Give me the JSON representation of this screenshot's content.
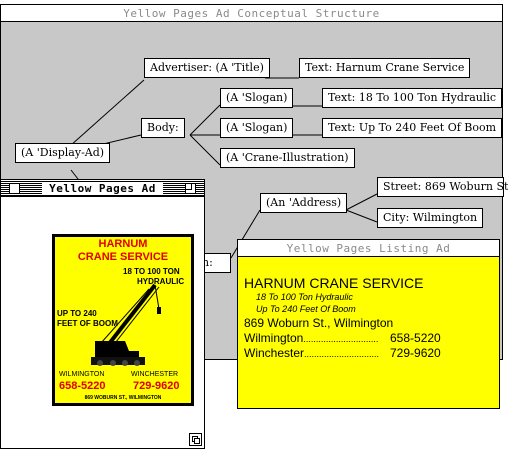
{
  "structure_window": {
    "title": "Yellow Pages Ad Conceptual Structure",
    "nodes": {
      "display_ad": "(A 'Display-Ad)",
      "advertiser": "Advertiser: (A 'Title)",
      "advertiser_text": "Text: Harnum Crane Service",
      "body": "Body:",
      "slogan_1": "(A 'Slogan)",
      "slogan_1_text": "Text: 18 To 100 Ton Hydraulic",
      "slogan_2": "(A 'Slogan)",
      "slogan_2_text": "Text: Up To 240 Feet Of Boom",
      "crane_illustration": "(A 'Crane-Illustration)",
      "address": "(An 'Address)",
      "street": "Street: 869 Woburn St",
      "city": "City: Wilmington",
      "partial_label": "n:"
    }
  },
  "ad_window": {
    "title": "Yellow Pages Ad",
    "ad": {
      "name_line_1": "HARNUM",
      "name_line_2": "CRANE SERVICE",
      "tonnage_1": "18 TO 100 TON",
      "tonnage_2": "HYDRAULIC",
      "boom_1": "UP TO 240",
      "boom_2": "FEET OF BOOM",
      "city_1": "WILMINGTON",
      "city_2": "WINCHESTER",
      "phone_1": "658-5220",
      "phone_2": "729-9620",
      "address": "869 WOBURN ST., WILMINGTON"
    }
  },
  "listing_window": {
    "title": "Yellow Pages Listing Ad",
    "company": "HARNUM CRANE SERVICE",
    "slogan_1": "18 To 100 Ton Hydraulic",
    "slogan_2": "Up To 240 Feet Of Boom",
    "address": "869 Woburn St., Wilmington",
    "phones": [
      {
        "place": "Wilmington",
        "dots": "..............................",
        "number": "658-5220"
      },
      {
        "place": "Winchester",
        "dots": "..............................",
        "number": "729-9620"
      }
    ]
  },
  "colors": {
    "structure_bg": "#c8c8c8",
    "ad_yellow": "#ffff00",
    "ad_red": "#e00000",
    "listing_yellow": "#ffff00"
  }
}
